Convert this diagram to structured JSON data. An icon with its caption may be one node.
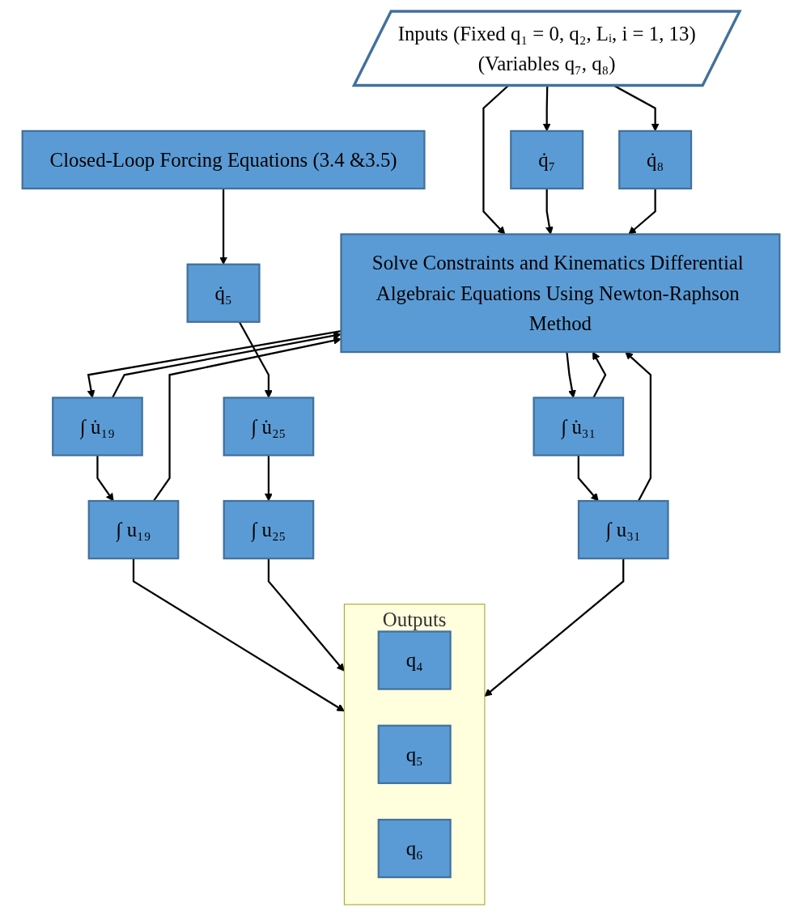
{
  "diagram": {
    "nodes": [
      {
        "text": [
          "Inputs (Fixed q₁ = 0, q₂, Lᵢ, i = 1, 13)",
          "(Variables q₇, q₈)"
        ]
      },
      {
        "text": [
          "Closed-Loop Forcing Equations (3.4 &3.5)"
        ]
      },
      {
        "text": [
          "q̇₇"
        ]
      },
      {
        "text": [
          "q̇₈"
        ]
      },
      {
        "text": [
          "q̇₅"
        ]
      },
      {
        "text": [
          "Solve Constraints and Kinematics Differential Algebraic Equations Using Newton-Raphson Method"
        ]
      },
      {
        "text": [
          "∫ u̇₁₉"
        ]
      },
      {
        "text": [
          "∫ u̇₂₅"
        ]
      },
      {
        "text": [
          "∫ u̇₃₁"
        ]
      },
      {
        "text": [
          "∫ u₁₉"
        ]
      },
      {
        "text": [
          "∫ u₂₅"
        ]
      },
      {
        "text": [
          "∫ u₃₁"
        ]
      },
      {
        "text": [
          "Outputs"
        ]
      },
      {
        "text": [
          "q₄"
        ],
        "in": 12
      },
      {
        "text": [
          "q₅"
        ],
        "in": 12
      },
      {
        "text": [
          "q₆"
        ],
        "in": 12
      }
    ],
    "edges": [
      {
        "from": 0,
        "to": 2,
        "arrow": "to"
      },
      {
        "from": 0,
        "to": 3,
        "arrow": "to"
      },
      {
        "from": 0,
        "to": 5,
        "arrow": "to"
      },
      {
        "from": 1,
        "to": 4,
        "arrow": "to"
      },
      {
        "from": 2,
        "to": 5,
        "arrow": "to"
      },
      {
        "from": 3,
        "to": 5,
        "arrow": "to"
      },
      {
        "from": 4,
        "to": 7,
        "arrow": "to"
      },
      {
        "from": 5,
        "to": 6,
        "arrow": "to"
      },
      {
        "from": 5,
        "to": 8,
        "arrow": "to"
      },
      {
        "from": 6,
        "to": 9,
        "arrow": "to"
      },
      {
        "from": 7,
        "to": 10,
        "arrow": "to"
      },
      {
        "from": 8,
        "to": 11,
        "arrow": "to"
      },
      {
        "from": 6,
        "to": 5,
        "arrow": "to"
      },
      {
        "from": 8,
        "to": 5,
        "arrow": "to"
      },
      {
        "from": 9,
        "to": 5,
        "arrow": "to"
      },
      {
        "from": 11,
        "to": 5,
        "arrow": "to"
      },
      {
        "from": 9,
        "to": 12,
        "arrow": "to"
      },
      {
        "from": 10,
        "to": 12,
        "arrow": "to"
      },
      {
        "from": 11,
        "to": 12,
        "arrow": "to"
      }
    ]
  }
}
